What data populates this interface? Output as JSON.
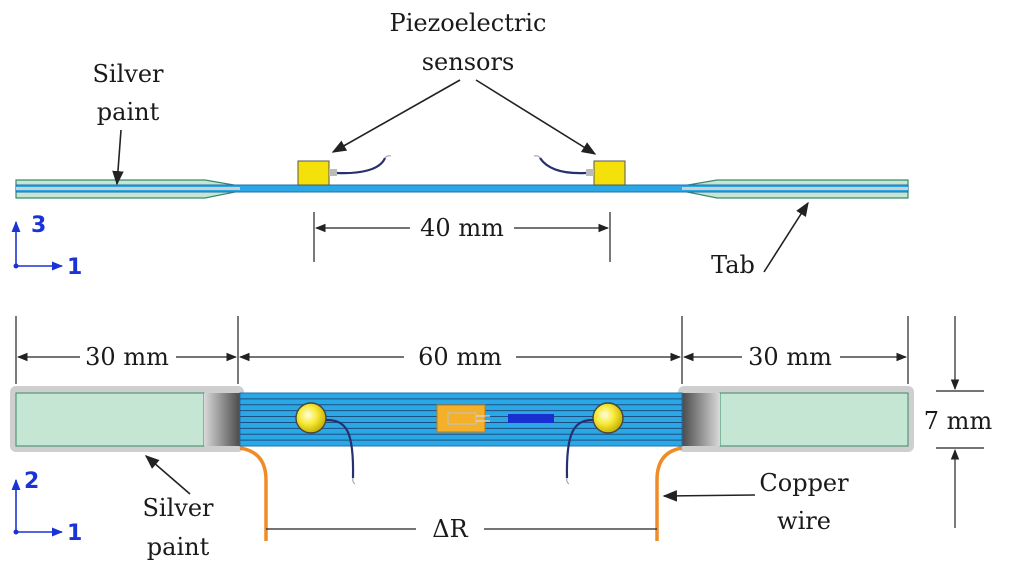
{
  "labels": {
    "piezo_line1": "Piezoelectric",
    "piezo_line2": "sensors",
    "silver_top_line1": "Silver",
    "silver_top_line2": "paint",
    "tab": "Tab",
    "gauge_length": "40 mm",
    "left_tab_length": "30 mm",
    "center_length": "60 mm",
    "right_tab_length": "30 mm",
    "width": "7 mm",
    "silver_bottom_line1": "Silver",
    "silver_bottom_line2": "paint",
    "copper_line1": "Copper",
    "copper_line2": "wire",
    "resistance": "ΔR"
  },
  "axes": {
    "side_view": {
      "vertical": "3",
      "horizontal": "1"
    },
    "top_view": {
      "vertical": "2",
      "horizontal": "1"
    }
  },
  "colors": {
    "tab_fill": "#c4e6d2",
    "tab_edge": "#3a8a6a",
    "specimen_blue": "#2aa8e6",
    "specimen_dark": "#1d6fb0",
    "sensor_yellow": "#f5e10a",
    "copper": "#f08c28",
    "wire_navy": "#26306e",
    "silver": "#b8b8b8",
    "axis_blue": "#1a33d6"
  }
}
